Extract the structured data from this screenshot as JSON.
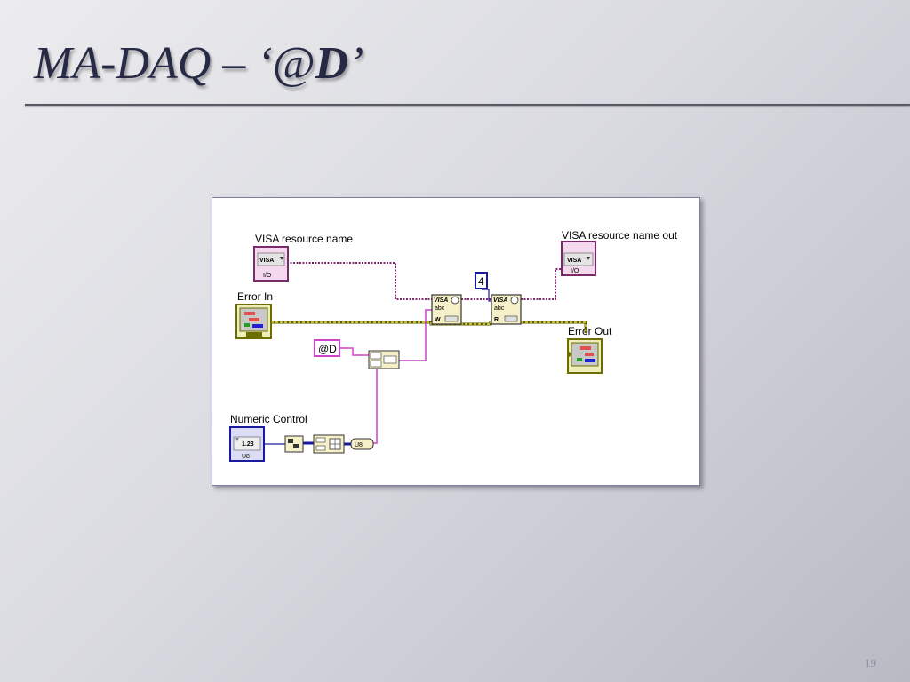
{
  "slide": {
    "title_prefix": "MA-DAQ – ‘@",
    "title_emph": "D",
    "title_suffix": "’",
    "page_number": "19"
  },
  "diagram": {
    "visa_in_label": "VISA resource name",
    "visa_in_value": "VISA",
    "visa_in_terminal": "I/O",
    "visa_out_label": "VISA resource name out",
    "visa_out_value": "VISA",
    "visa_out_terminal": "I/O",
    "error_in_label": "Error In",
    "error_out_label": "Error Out",
    "string_constant": "@D",
    "numeric_constant": "4",
    "numeric_control_label": "Numeric Control",
    "numeric_control_value": "1.23",
    "numeric_control_type": "U8",
    "visa_write_title": "VISA",
    "visa_write_text": "abc",
    "visa_write_mode": "W",
    "visa_read_title": "VISA",
    "visa_read_text": "abc",
    "visa_read_mode": "R",
    "byte_array_type": "U8"
  },
  "colors": {
    "string_wire": "#cc44cc",
    "visa_wire": "#7a2a6a",
    "error_wire": "#7a7a00",
    "numeric_wire": "#1a1aa0"
  }
}
